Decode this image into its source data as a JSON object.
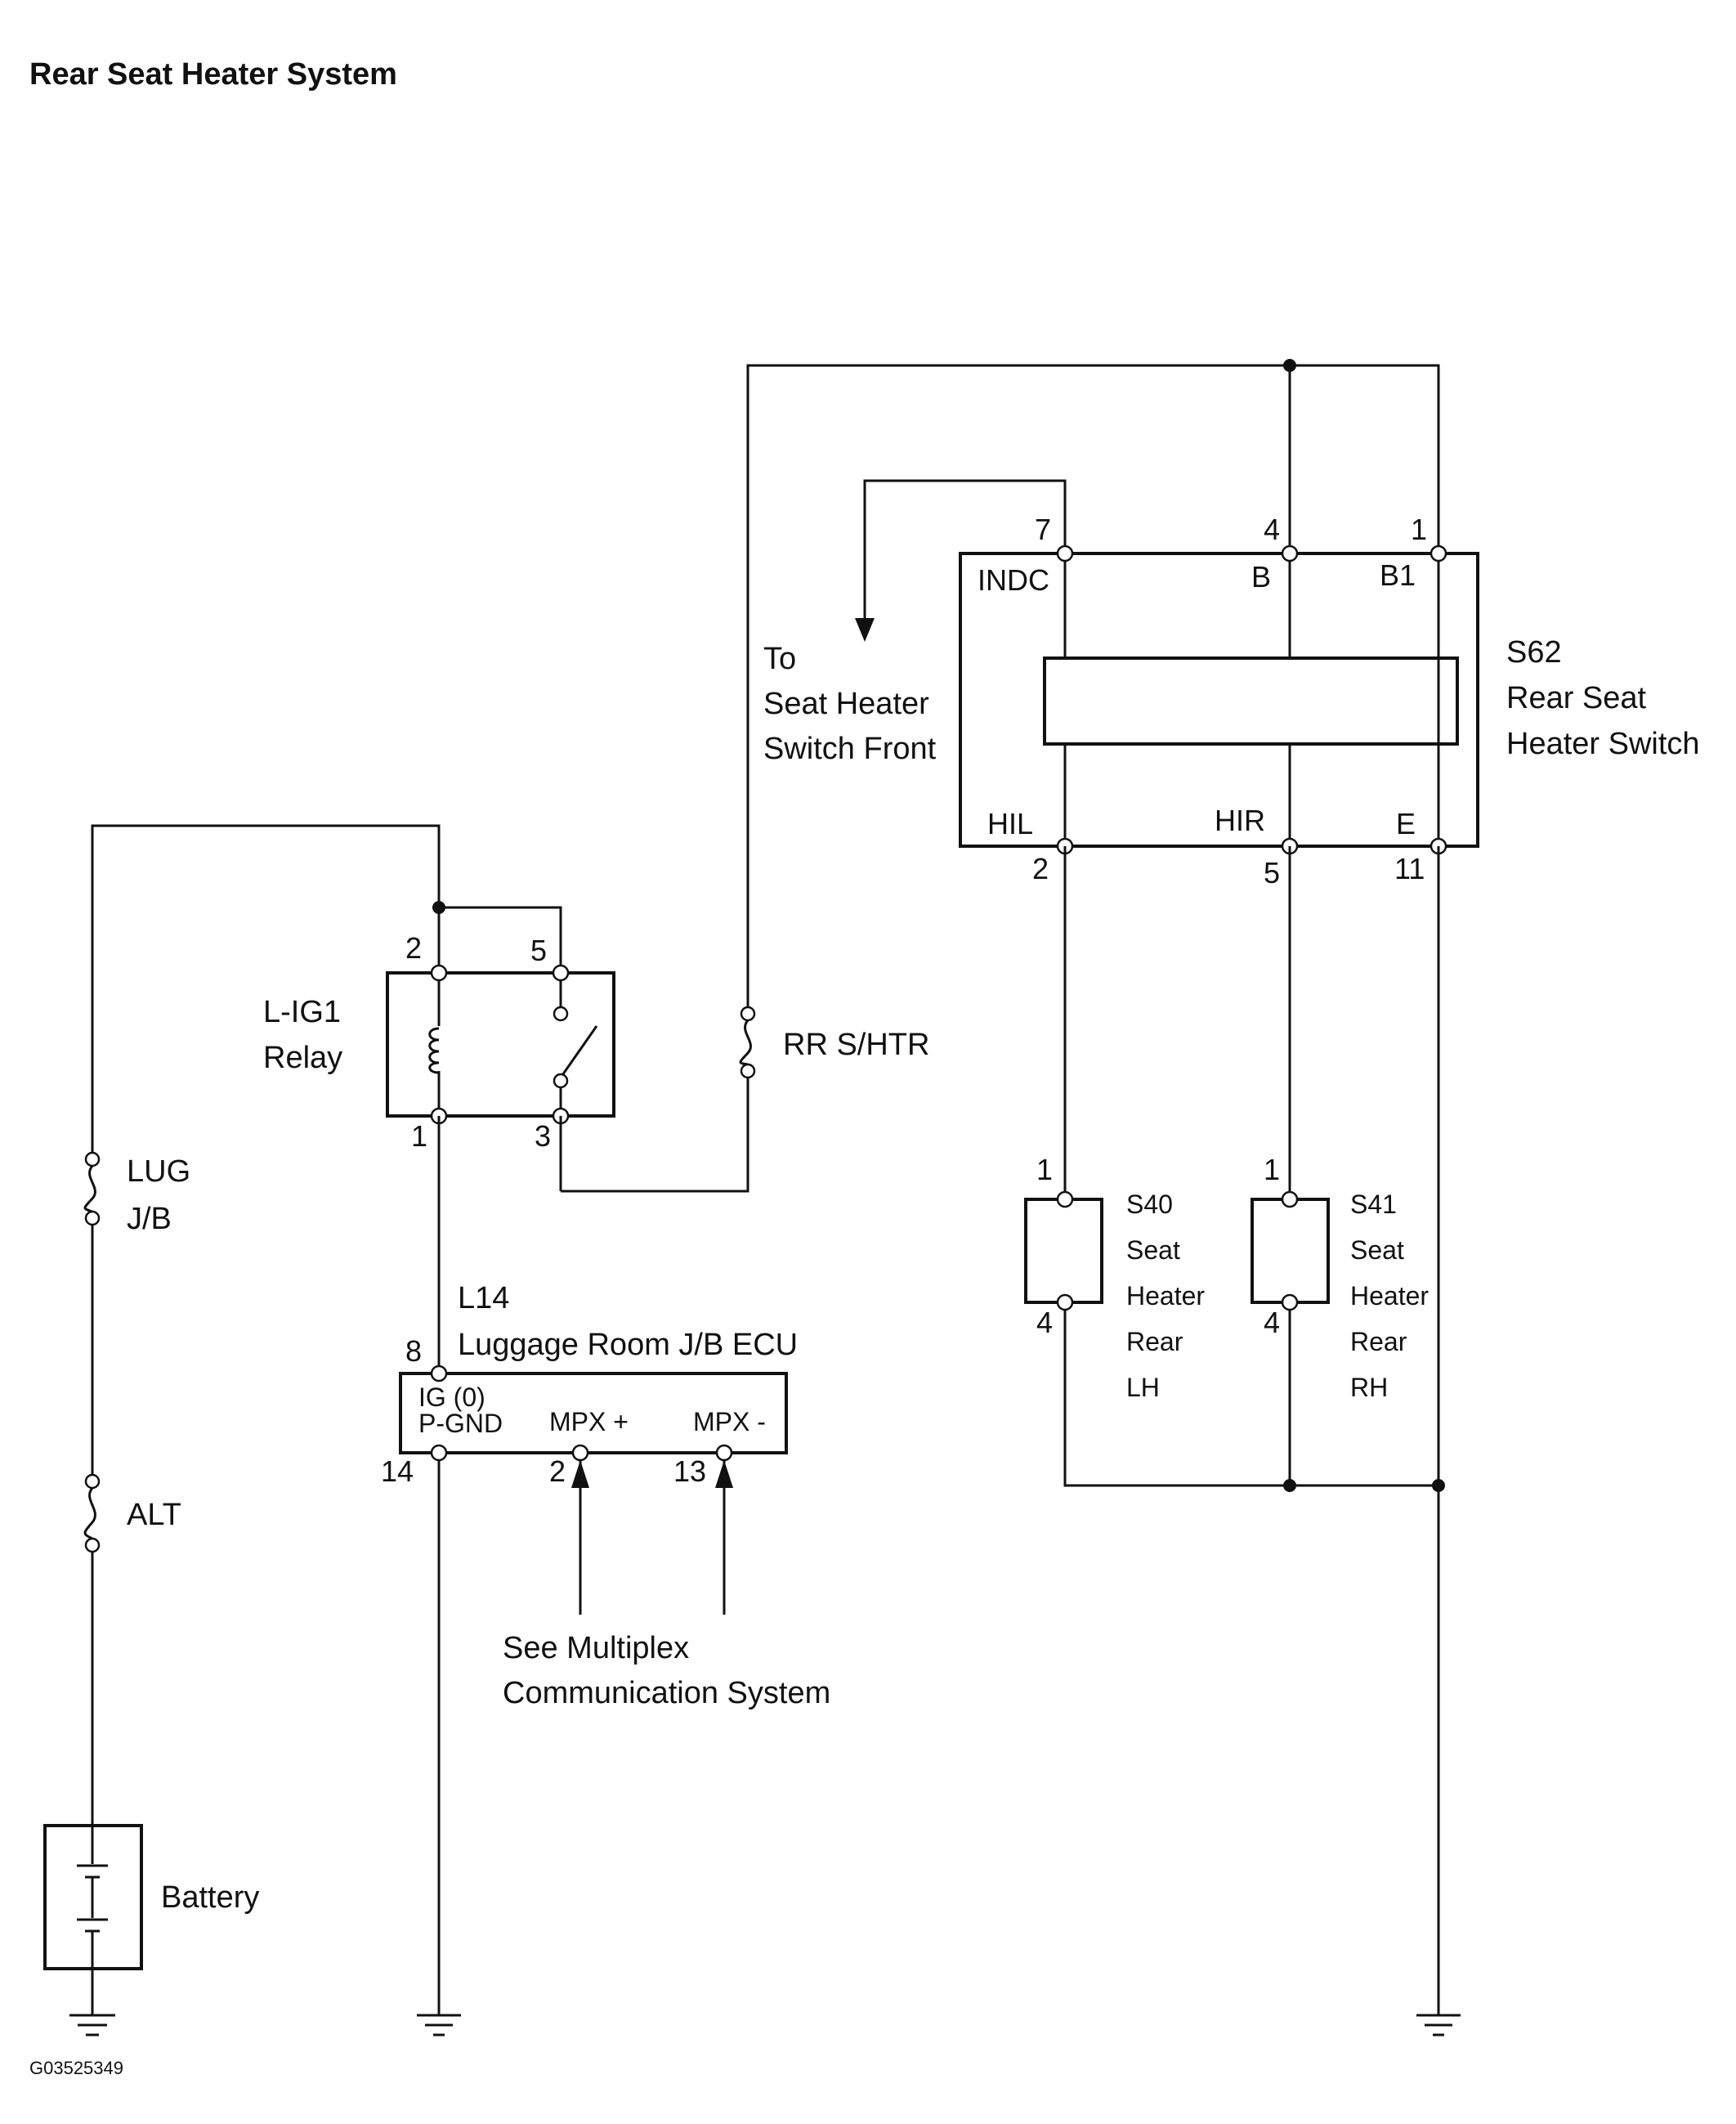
{
  "title": "Rear Seat Heater System",
  "figure_code": "G03525349",
  "components": {
    "s62": {
      "code": "S62",
      "name_line1": "Rear Seat",
      "name_line2": "Heater Switch",
      "pin_indc": "INDC",
      "pin_b": "B",
      "pin_b1": "B1",
      "pin_hil": "HIL",
      "pin_hir": "HIR",
      "pin_e": "E",
      "num_7": "7",
      "num_4": "4",
      "num_1": "1",
      "num_2": "2",
      "num_5": "5",
      "num_11": "11"
    },
    "front_ref": {
      "line1": "To",
      "line2": "Seat Heater",
      "line3": "Switch Front"
    },
    "relay": {
      "name_line1": "L-IG1",
      "name_line2": "Relay",
      "pin_2": "2",
      "pin_5": "5",
      "pin_1": "1",
      "pin_3": "3"
    },
    "fuse_rr": {
      "label": "RR S/HTR"
    },
    "fuse_lug": {
      "line1": "LUG",
      "line2": "J/B"
    },
    "fuse_alt": {
      "label": "ALT"
    },
    "battery": {
      "label": "Battery"
    },
    "ecu": {
      "code": "L14",
      "name": "Luggage Room J/B ECU",
      "pin_ig": "IG (0)",
      "pin_pgnd": "P-GND",
      "pin_mpxp": "MPX +",
      "pin_mpxm": "MPX -",
      "num_8": "8",
      "num_14": "14",
      "num_2": "2",
      "num_13": "13"
    },
    "multiplex": {
      "line1": "See Multiplex",
      "line2": "Communication System"
    },
    "s40": {
      "code": "S40",
      "line1": "Seat",
      "line2": "Heater",
      "line3": "Rear",
      "line4": "LH",
      "pin_1": "1",
      "pin_4": "4"
    },
    "s41": {
      "code": "S41",
      "line1": "Seat",
      "line2": "Heater",
      "line3": "Rear",
      "line4": "RH",
      "pin_1": "1",
      "pin_4": "4"
    }
  }
}
